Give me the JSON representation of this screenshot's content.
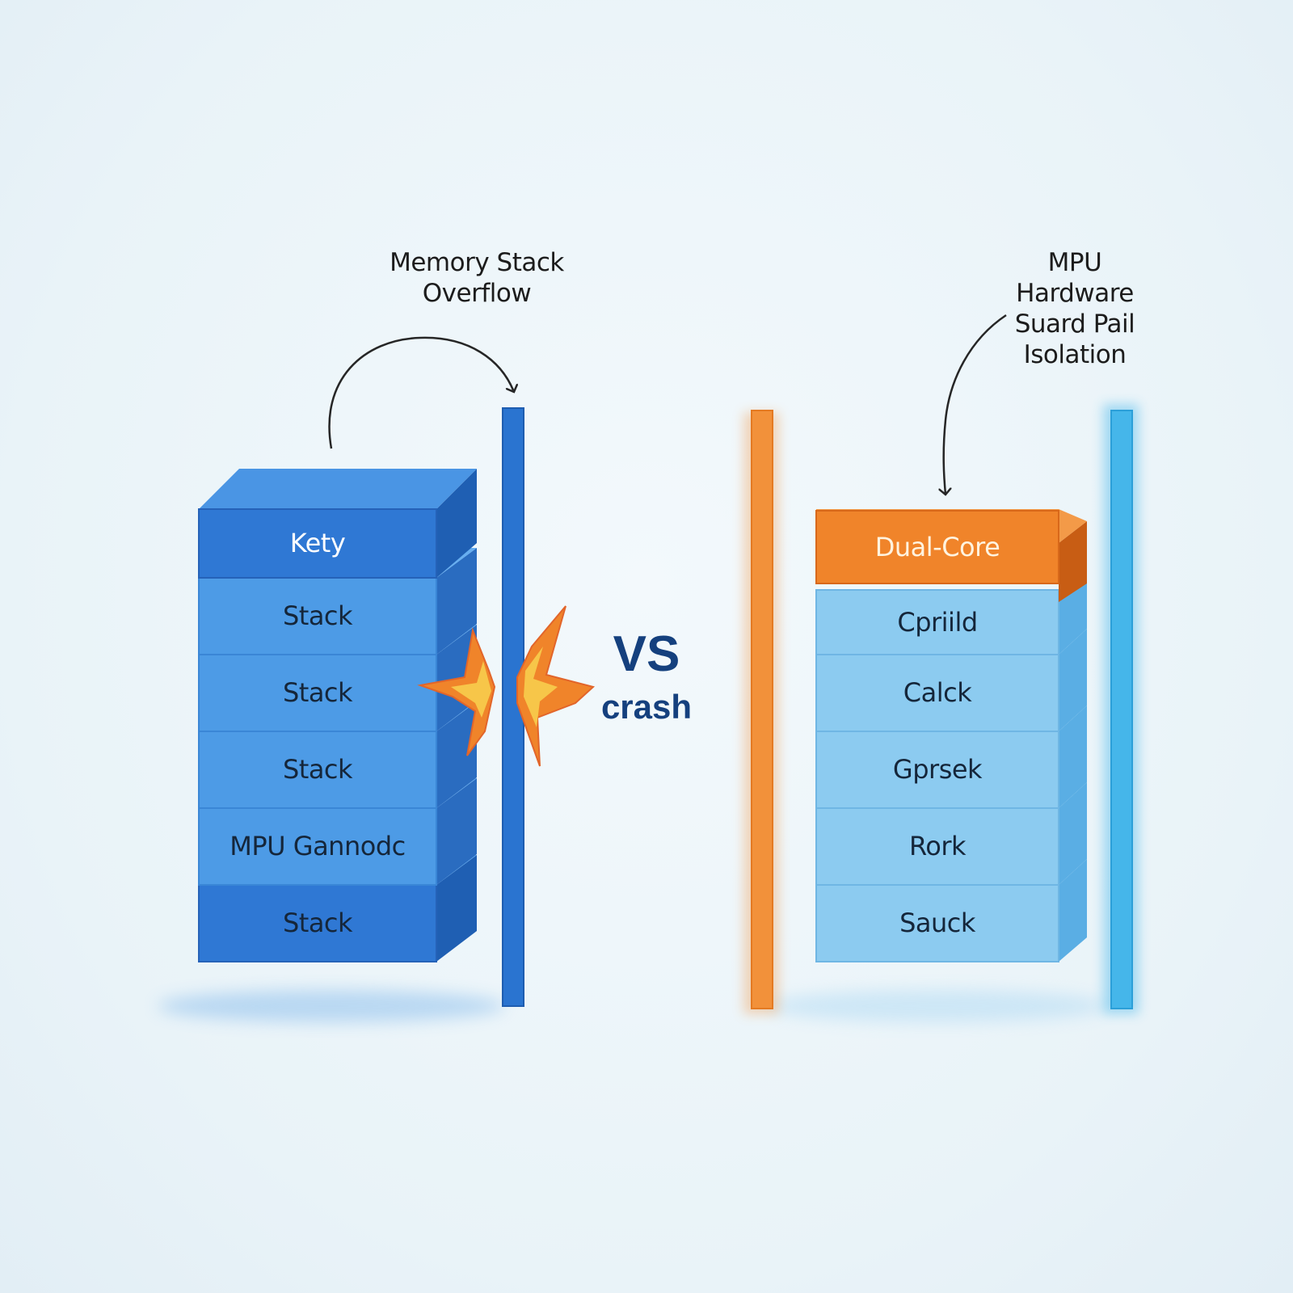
{
  "left": {
    "caption": "Memory Stack\nOverflow",
    "blocks": [
      "Kety",
      "Stack",
      "Stack",
      "Stack",
      "MPU Gannodc",
      "Stack"
    ]
  },
  "center": {
    "vs": "VS",
    "crash": "crash"
  },
  "right": {
    "caption": "MPU\nHardware\nSuard Pail\nIsolation",
    "blocks": [
      "Dual-Core",
      "Cpriild",
      "Calck",
      "Gprsek",
      "Rork",
      "Sauck"
    ]
  },
  "colors": {
    "left_block_dark": "#2f78d4",
    "left_block_light": "#4d9be6",
    "right_block_light": "#8ccbf0",
    "right_block_orange": "#f0842a",
    "left_bar": "#2a74d0",
    "orange_bar": "#f2913a",
    "cyan_bar": "#45b6ea",
    "text_dark_blue": "#15407e"
  }
}
